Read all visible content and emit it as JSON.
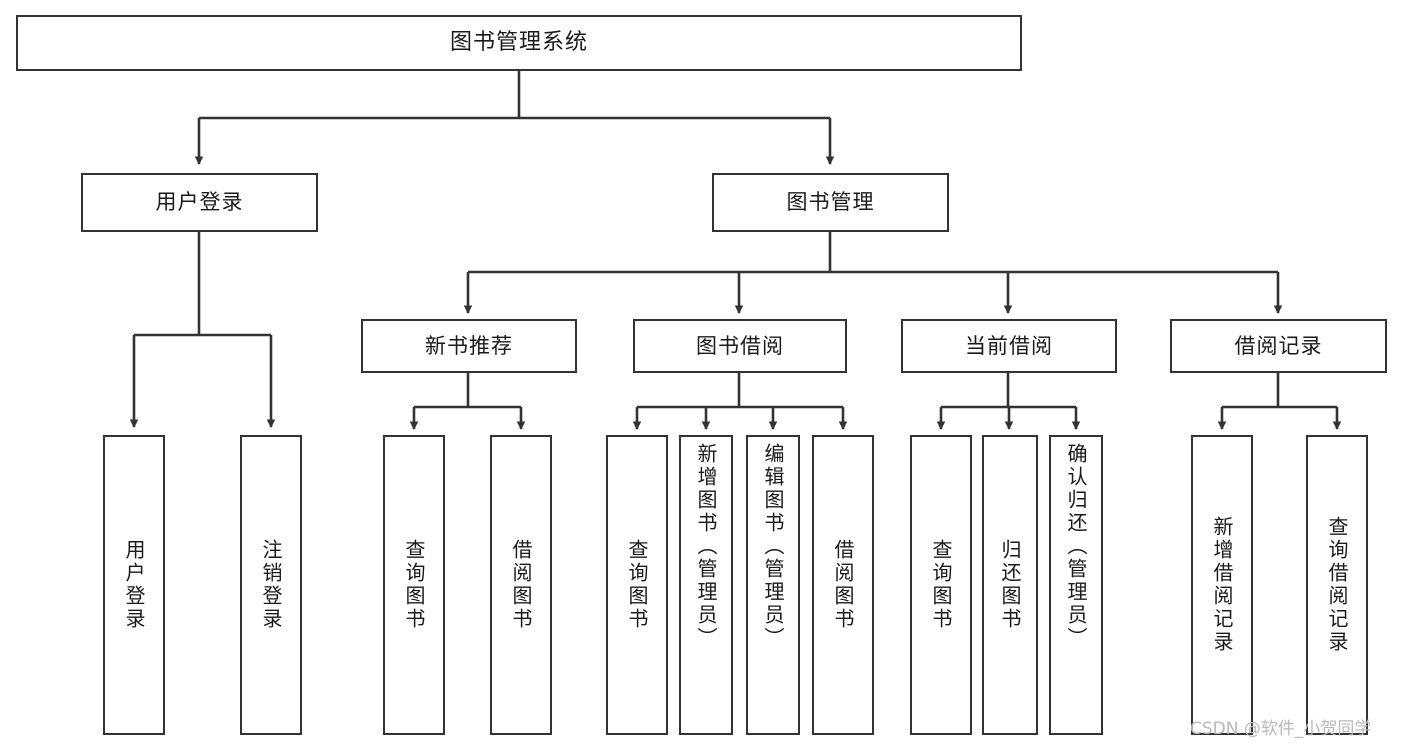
{
  "diagram": {
    "title": "图书管理系统",
    "type": "tree",
    "style": {
      "border_color": "#333333",
      "fill_color": "#ffffff",
      "text_color": "#1a1a1a",
      "edge_color": "#333333",
      "background": "#ffffff"
    },
    "nodes": {
      "root": {
        "label": "图书管理系统"
      },
      "level1": [
        {
          "id": "user-login",
          "label": "用户登录"
        },
        {
          "id": "book-manage",
          "label": "图书管理"
        }
      ],
      "level2": [
        {
          "id": "new-book-rec",
          "label": "新书推荐"
        },
        {
          "id": "book-borrow",
          "label": "图书借阅"
        },
        {
          "id": "current-borrow",
          "label": "当前借阅"
        },
        {
          "id": "borrow-record",
          "label": "借阅记录"
        }
      ],
      "leaves": {
        "user-login": [
          {
            "id": "leaf-user-login",
            "label": "用户登录"
          },
          {
            "id": "leaf-logout-login",
            "label": "注销登录"
          }
        ],
        "new-book-rec": [
          {
            "id": "leaf-query-book-1",
            "label": "查询图书"
          },
          {
            "id": "leaf-borrow-book-1",
            "label": "借阅图书"
          }
        ],
        "book-borrow": [
          {
            "id": "leaf-query-book-2",
            "label": "查询图书"
          },
          {
            "id": "leaf-add-book",
            "label": "新增图书（管理员）"
          },
          {
            "id": "leaf-edit-book",
            "label": "编辑图书（管理员）"
          },
          {
            "id": "leaf-borrow-book-2",
            "label": "借阅图书"
          }
        ],
        "current-borrow": [
          {
            "id": "leaf-query-book-3",
            "label": "查询图书"
          },
          {
            "id": "leaf-return-book",
            "label": "归还图书"
          },
          {
            "id": "leaf-confirm-return",
            "label": "确认归还（管理员）"
          }
        ],
        "borrow-record": [
          {
            "id": "leaf-add-record",
            "label": "新增借阅记录"
          },
          {
            "id": "leaf-query-record",
            "label": "查询借阅记录"
          }
        ]
      }
    }
  },
  "watermark": {
    "text": "CSDN @软件_小贺同学"
  }
}
